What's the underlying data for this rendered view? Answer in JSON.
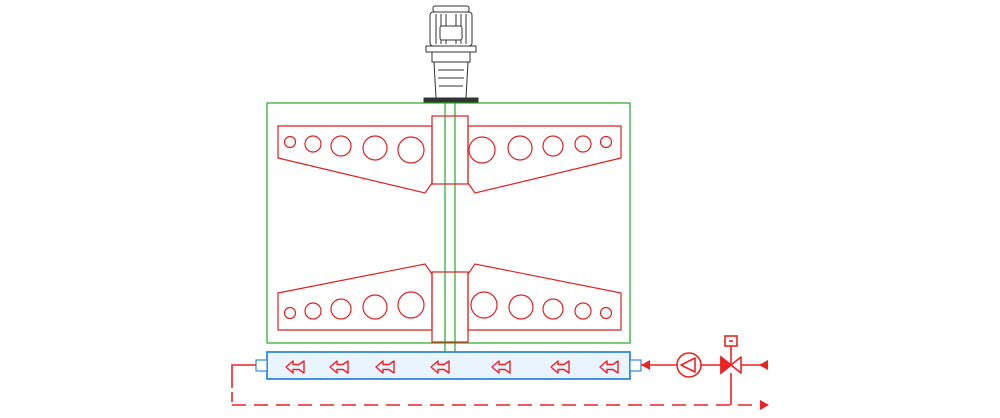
{
  "colors": {
    "background": "#ffffff",
    "tank": "#22aa22",
    "shaft": "#22aa22",
    "impeller": "#dd2222",
    "jacket": "#3388dd",
    "jacket_fill": "#e8f4ff",
    "flow": "#ee2222",
    "motor": "#333333"
  },
  "icons": {
    "motor": "motor-icon",
    "pump": "circulation-pump-icon",
    "valve": "control-valve-icon",
    "flow_arrow": "flow-arrow-left-icon"
  },
  "components": {
    "impeller_stages": 2,
    "jacket_flow_arrows": 7,
    "impeller_holes_per_side": 5
  }
}
